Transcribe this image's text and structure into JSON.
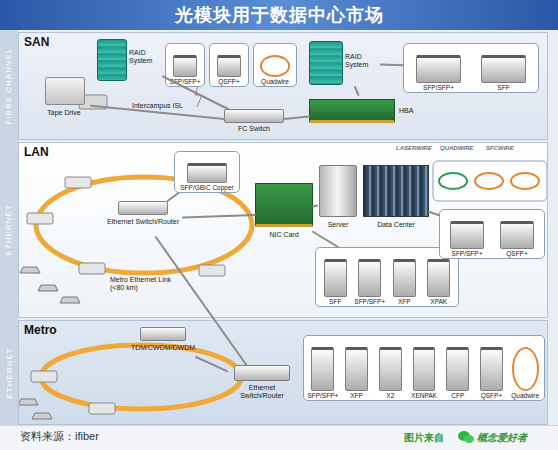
{
  "diagram": {
    "title": "光模块用于数据中心市场",
    "nodes": [
      {
        "text": [
          "SAN"
        ]
      },
      {
        "text": [
          "RAID System"
        ],
        "in": 0
      },
      {
        "text": [
          "Tape Drive"
        ],
        "in": 0
      },
      {
        "text": [
          "FC Switch"
        ],
        "in": 0
      },
      {
        "text": [
          "RAID System"
        ],
        "in": 0
      },
      {
        "text": [
          "HBA"
        ],
        "in": 0
      },
      {
        "text": [
          "SFP/SFP+"
        ],
        "in": 0
      },
      {
        "text": [
          "QSFP+"
        ],
        "in": 0
      },
      {
        "text": [
          "Quadwire"
        ],
        "in": 0
      },
      {
        "text": [
          "SFP/SFP+",
          "SFF"
        ],
        "in": 0
      },
      {
        "text": [
          "LAN"
        ]
      },
      {
        "text": [
          "SFP/GBIC Copper"
        ],
        "in": 10
      },
      {
        "text": [
          "Ethernet Switch/Router"
        ],
        "in": 10
      },
      {
        "text": [
          "NIC Card"
        ],
        "in": 10
      },
      {
        "text": [
          "Server"
        ],
        "in": 10
      },
      {
        "text": [
          "Data Center"
        ],
        "in": 10
      },
      {
        "text": [
          "SFF",
          "SFP/SFP+",
          "XFP",
          "XPAK"
        ],
        "in": 10
      },
      {
        "text": [
          "SFP/SFP+",
          "QSFP+"
        ],
        "in": 10
      },
      {
        "text": [
          "Metro"
        ]
      },
      {
        "text": [
          "TDM/CWDM/DWDM"
        ],
        "in": 18
      },
      {
        "text": [
          "Ethernet Switch/Router"
        ],
        "in": 18
      },
      {
        "text": [
          "SFP/SFP+",
          "XFP",
          "X2",
          "XENPAK",
          "CFP",
          "QSFP+",
          "Quadwire"
        ],
        "in": 18
      }
    ],
    "edges": [
      {
        "from": 1,
        "to": 3,
        "arrow": "none"
      },
      {
        "from": 2,
        "to": 3,
        "label": "Intercampus ISL",
        "arrow": "none"
      },
      {
        "from": 3,
        "to": 5,
        "arrow": "none"
      },
      {
        "from": 4,
        "to": 5,
        "arrow": "none"
      },
      {
        "from": 12,
        "to": 13,
        "arrow": "none"
      },
      {
        "from": 13,
        "to": 14,
        "arrow": "none"
      },
      {
        "from": 11,
        "to": 12,
        "arrow": "none"
      },
      {
        "from": 16,
        "to": 13,
        "arrow": "none"
      },
      {
        "from": 17,
        "to": 15,
        "arrow": "none"
      },
      {
        "from": 12,
        "to": 20,
        "arrow": "none"
      },
      {
        "from": 19,
        "to": 20,
        "arrow": "none"
      },
      {
        "from": 9,
        "to": 4,
        "arrow": "none"
      }
    ],
    "labels": [
      "FIBRE CHANNEL",
      "ETHERNET",
      "ETHERNET",
      "LASERWIRE",
      "QUADWIRE",
      "SFCWIRE",
      "Metro Ethernet Link (<80 km)",
      "资料来源：ifiber",
      "图片来自",
      "概念爱好者"
    ]
  }
}
